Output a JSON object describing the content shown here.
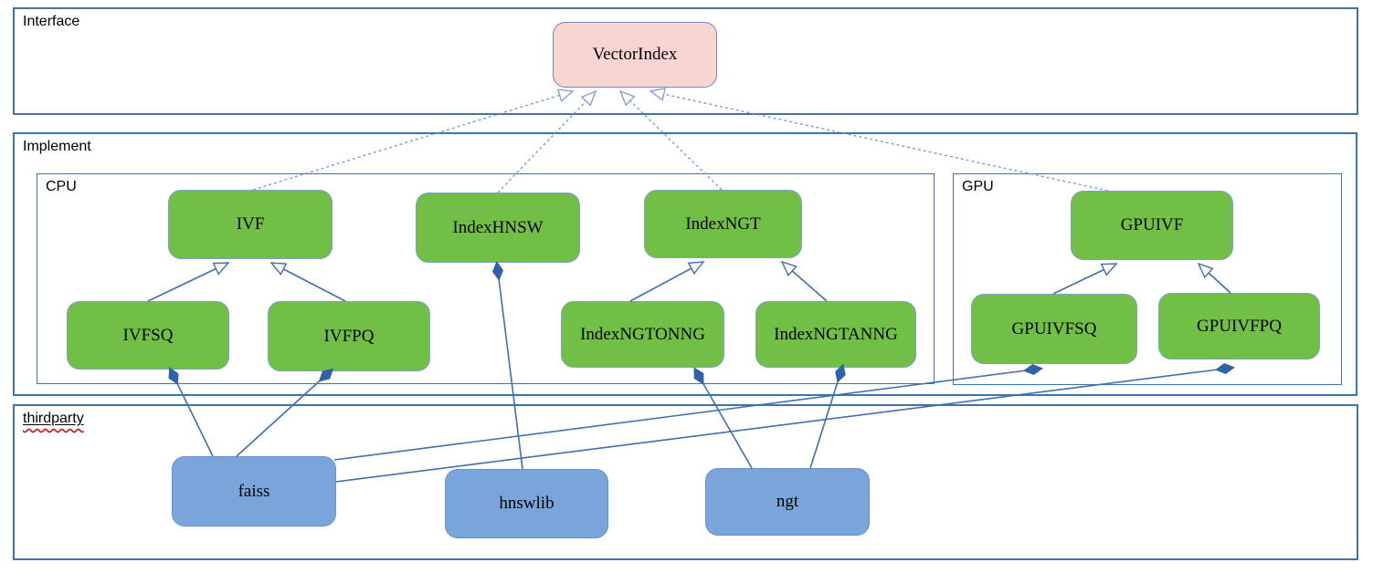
{
  "containers": {
    "interface": {
      "label": "Interface"
    },
    "implement": {
      "label": "Implement"
    },
    "cpu": {
      "label": "CPU"
    },
    "gpu": {
      "label": "GPU"
    },
    "thirdparty": {
      "label": "thirdparty"
    }
  },
  "nodes": {
    "vectorindex": {
      "label": "VectorIndex",
      "kind": "interface"
    },
    "ivf": {
      "label": "IVF",
      "kind": "implementation"
    },
    "indexhnsw": {
      "label": "IndexHNSW",
      "kind": "implementation"
    },
    "indexngt": {
      "label": "IndexNGT",
      "kind": "implementation"
    },
    "ivfsq": {
      "label": "IVFSQ",
      "kind": "implementation"
    },
    "ivfpq": {
      "label": "IVFPQ",
      "kind": "implementation"
    },
    "indexngtonng": {
      "label": "IndexNGTONNG",
      "kind": "implementation"
    },
    "indexngtanng": {
      "label": "IndexNGTANNG",
      "kind": "implementation"
    },
    "gpuivf": {
      "label": "GPUIVF",
      "kind": "implementation"
    },
    "gpuivfsq": {
      "label": "GPUIVFSQ",
      "kind": "implementation"
    },
    "gpuivfpq": {
      "label": "GPUIVFPQ",
      "kind": "implementation"
    },
    "faiss": {
      "label": "faiss",
      "kind": "thirdparty"
    },
    "hnswlib": {
      "label": "hnswlib",
      "kind": "thirdparty"
    },
    "ngt": {
      "label": "ngt",
      "kind": "thirdparty"
    }
  },
  "edges": [
    {
      "from": "ivf",
      "to": "vectorindex",
      "type": "realization"
    },
    {
      "from": "indexhnsw",
      "to": "vectorindex",
      "type": "realization"
    },
    {
      "from": "indexngt",
      "to": "vectorindex",
      "type": "realization"
    },
    {
      "from": "gpuivf",
      "to": "vectorindex",
      "type": "realization"
    },
    {
      "from": "ivfsq",
      "to": "ivf",
      "type": "generalization"
    },
    {
      "from": "ivfpq",
      "to": "ivf",
      "type": "generalization"
    },
    {
      "from": "indexngtonng",
      "to": "indexngt",
      "type": "generalization"
    },
    {
      "from": "indexngtanng",
      "to": "indexngt",
      "type": "generalization"
    },
    {
      "from": "gpuivfsq",
      "to": "gpuivf",
      "type": "generalization"
    },
    {
      "from": "gpuivfpq",
      "to": "gpuivf",
      "type": "generalization"
    },
    {
      "from": "faiss",
      "to": "ivfsq",
      "type": "composition"
    },
    {
      "from": "faiss",
      "to": "ivfpq",
      "type": "composition"
    },
    {
      "from": "faiss",
      "to": "gpuivfsq",
      "type": "composition"
    },
    {
      "from": "faiss",
      "to": "gpuivfpq",
      "type": "composition"
    },
    {
      "from": "hnswlib",
      "to": "indexhnsw",
      "type": "composition"
    },
    {
      "from": "ngt",
      "to": "indexngtonng",
      "type": "composition"
    },
    {
      "from": "ngt",
      "to": "indexngtanng",
      "type": "composition"
    }
  ],
  "colors": {
    "interface_node_fill": "#f9d5d2",
    "implementation_node_fill": "#72bf45",
    "thirdparty_node_fill": "#7aa5da",
    "container_border": "#4173a8",
    "edge_solid": "#3f6fae",
    "edge_dashed": "#7e9bd4",
    "edge_diamond": "#2f62a8",
    "spellcheck_underline": "#cc1111"
  }
}
